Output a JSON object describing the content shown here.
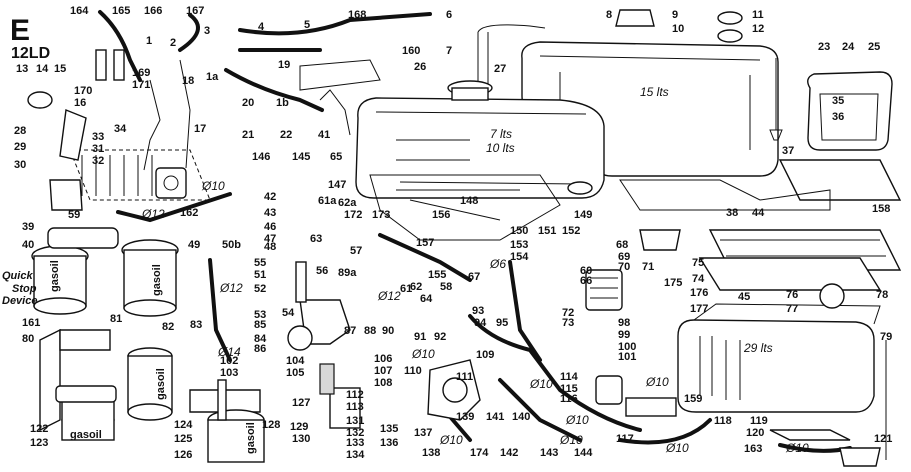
{
  "header": {
    "section_letter": "E",
    "model": "12LD"
  },
  "quick_stop_device": [
    "Quick",
    "Stop",
    "Device"
  ],
  "tank_capacities": [
    "15 lts",
    "7 lts",
    "10 lts",
    "29 lts"
  ],
  "filter_brand": "gasoil",
  "pipe_sizes": [
    "Ø10",
    "Ø12",
    "Ø14",
    "Ø6"
  ],
  "part_numbers": [
    "164",
    "165",
    "166",
    "167",
    "168",
    "6",
    "8",
    "9",
    "11",
    "10",
    "12",
    "1",
    "2",
    "3",
    "4",
    "5",
    "160",
    "7",
    "27",
    "23",
    "24",
    "25",
    "13",
    "14",
    "15",
    "169",
    "170",
    "18",
    "1a",
    "19",
    "26",
    "35",
    "36",
    "16",
    "171",
    "20",
    "1b",
    "41",
    "28",
    "34",
    "17",
    "21",
    "22",
    "33",
    "29",
    "31",
    "30",
    "32",
    "146",
    "145",
    "65",
    "37",
    "147",
    "162",
    "42",
    "148",
    "38",
    "44",
    "158",
    "59",
    "43",
    "61a",
    "62a",
    "172",
    "173",
    "156",
    "149",
    "46",
    "150",
    "151",
    "152",
    "39",
    "48",
    "47",
    "63",
    "157",
    "153",
    "68",
    "40",
    "49",
    "50b",
    "55",
    "57",
    "154",
    "69",
    "70",
    "71",
    "75",
    "56",
    "89a",
    "60",
    "74",
    "51",
    "53",
    "62",
    "155",
    "67",
    "66",
    "175",
    "52",
    "54",
    "58",
    "61",
    "64",
    "176",
    "45",
    "76",
    "78",
    "177",
    "77",
    "83",
    "85",
    "84",
    "87",
    "88",
    "90",
    "93",
    "94",
    "95",
    "72",
    "73",
    "98",
    "99",
    "161",
    "81",
    "82",
    "86",
    "91",
    "92",
    "100",
    "101",
    "79",
    "80",
    "102",
    "104",
    "105",
    "106",
    "107",
    "108",
    "109",
    "110",
    "111",
    "103",
    "114",
    "115",
    "116",
    "127",
    "112",
    "113",
    "139",
    "141",
    "140",
    "159",
    "118",
    "119",
    "122",
    "124",
    "128",
    "129",
    "131",
    "132",
    "133",
    "134",
    "135",
    "136",
    "137",
    "138",
    "142",
    "143",
    "144",
    "117",
    "120",
    "121",
    "123",
    "125",
    "126",
    "130",
    "174",
    "163"
  ]
}
